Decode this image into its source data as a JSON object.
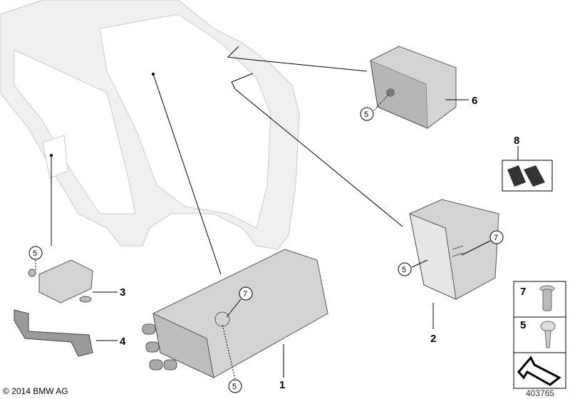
{
  "diagram": {
    "part_labels": [
      "1",
      "2",
      "3",
      "4",
      "6",
      "8"
    ],
    "callouts": {
      "five": "5",
      "seven": "7"
    },
    "legend": [
      {
        "number": "7",
        "icon": "rivet-nut-icon"
      },
      {
        "number": "5",
        "icon": "screw-icon"
      },
      {
        "number": "",
        "icon": "direction-arrow-icon"
      }
    ],
    "copyright": "© 2014 BMW AG",
    "reference_number": "403765"
  }
}
